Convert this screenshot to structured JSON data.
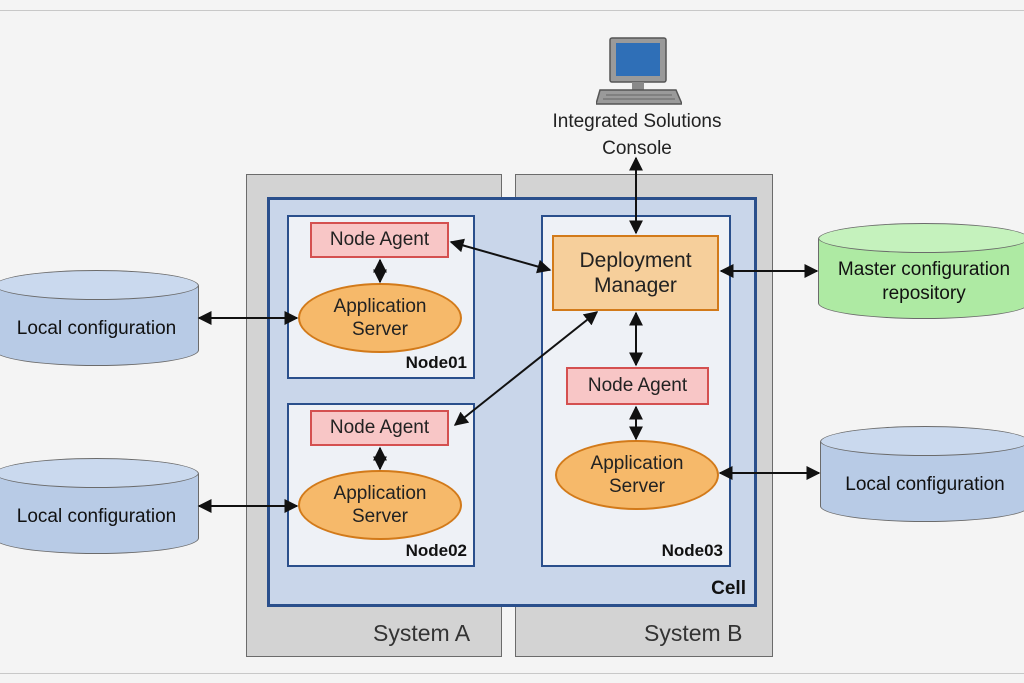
{
  "systems": {
    "a_label": "System A",
    "b_label": "System B"
  },
  "cell": {
    "label": "Cell"
  },
  "nodes": [
    {
      "label": "Node01",
      "agent": "Node Agent",
      "server": "Application\nServer"
    },
    {
      "label": "Node02",
      "agent": "Node Agent",
      "server": "Application\nServer"
    },
    {
      "label": "Node03",
      "agent": "Node Agent",
      "server": "Application\nServer"
    }
  ],
  "deployment_manager": {
    "label": "Deployment\nManager"
  },
  "console": {
    "label": "Integrated Solutions\nConsole",
    "icon": "computer-icon"
  },
  "repositories": {
    "local_1": "Local configuration",
    "local_2": "Local configuration",
    "local_3": "Local configuration",
    "master": "Master configuration\nrepository"
  },
  "colors": {
    "node_agent": "#f8c6c6",
    "application_server": "#f6b96a",
    "deployment_manager": "#f6cf9b",
    "cell": "#c9d6ea",
    "system": "#d3d3d3",
    "local_repo": "#b8cbe6",
    "master_repo": "#aeeaa3"
  }
}
